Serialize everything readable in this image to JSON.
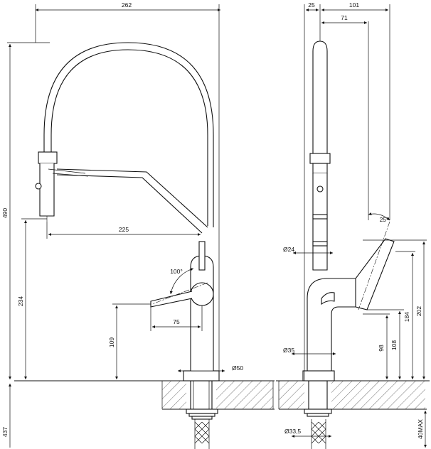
{
  "front_view": {
    "width_262": "262",
    "height_490": "490",
    "reach_225": "225",
    "angle_100": "100°",
    "lever_75": "75",
    "height_234": "234",
    "height_109": "109",
    "dia_50": "Ø50",
    "depth_437": "437"
  },
  "side_view": {
    "dim_25": "25",
    "dim_101": "101",
    "dim_71": "71",
    "angle_25": "25°",
    "dia_24": "Ø24",
    "dia_35": "Ø35",
    "dia_33_5": "Ø33,5",
    "h_98": "98",
    "h_108": "108",
    "h_184": "184",
    "h_202": "202",
    "max_40": "40MAX"
  }
}
